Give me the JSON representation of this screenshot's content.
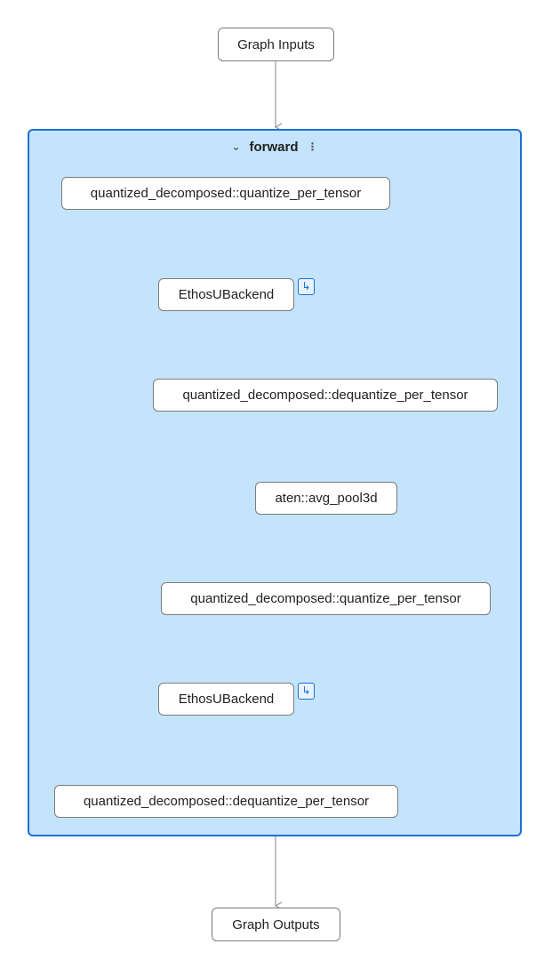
{
  "graph_inputs": "Graph Inputs",
  "graph_outputs": "Graph Outputs",
  "group": {
    "title": "forward",
    "collapse_icon": "collapse-icon",
    "menu_icon": "more-vertical-icon"
  },
  "nodes": {
    "quantize_1": "quantized_decomposed::quantize_per_tensor",
    "ethos_1": "EthosUBackend",
    "dequantize_1": "quantized_decomposed::dequantize_per_tensor",
    "avg_pool": "aten::avg_pool3d",
    "quantize_2": "quantized_decomposed::quantize_per_tensor",
    "ethos_2": "EthosUBackend",
    "dequantize_2": "quantized_decomposed::dequantize_per_tensor"
  },
  "expand_icon": "expand-subgraph-icon",
  "colors": {
    "group_fill": "#c4e4fc",
    "group_border": "#1e6fd9",
    "node_border": "#7b7b7b",
    "edge": "#a0a0a0"
  }
}
